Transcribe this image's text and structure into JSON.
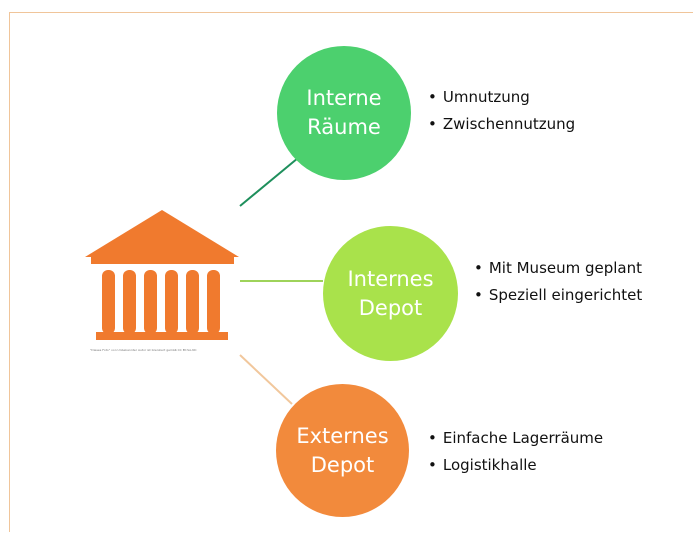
{
  "colors": {
    "museum": "#f07a2e",
    "interne_raeume": "#4cd06e",
    "internes_depot": "#a9e24b",
    "externes_depot": "#f28a3c",
    "frame": "#f0c59a"
  },
  "icon": {
    "name": "museum-building-icon",
    "caption": "\"Dieses Foto\" von Unbekannter Autor ist lizenziert gemäß CC BY-SA-NC"
  },
  "nodes": [
    {
      "line1": "Interne",
      "line2": "Räume",
      "bullets": [
        "Umnutzung",
        "Zwischennutzung"
      ]
    },
    {
      "line1": "Internes",
      "line2": "Depot",
      "bullets": [
        "Mit Museum geplant",
        "Speziell eingerichtet"
      ]
    },
    {
      "line1": "Externes",
      "line2": "Depot",
      "bullets": [
        "Einfache Lagerräume",
        "Logistikhalle"
      ]
    }
  ]
}
